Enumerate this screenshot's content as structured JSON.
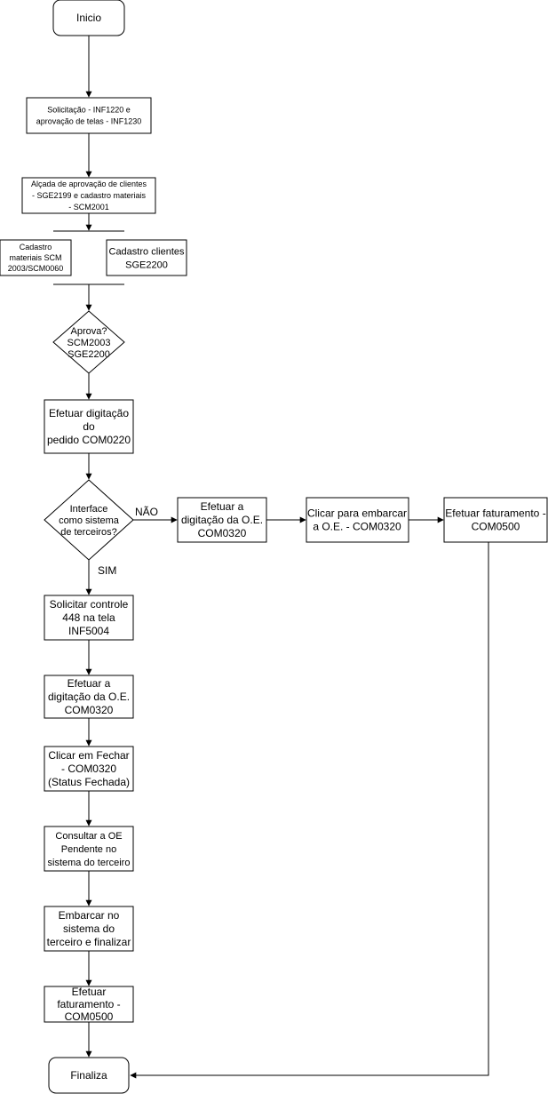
{
  "nodes": {
    "inicio": [
      "Inicio"
    ],
    "solicitacao": [
      "Solicitação - INF1220 e",
      "aprovação de telas -  INF1230"
    ],
    "alcada": [
      "Alçada de aprovação de clientes",
      "- SGE2199 e cadastro materiais",
      "-  SCM2001"
    ],
    "cadastro_materiais": [
      "Cadastro",
      "materiais SCM",
      "2003/SCM0060"
    ],
    "cadastro_clientes": [
      "Cadastro clientes",
      "SGE2200"
    ],
    "aprova": [
      "Aprova?",
      "SCM2003",
      "SGE2200"
    ],
    "efetuar_digitacao_pedido": [
      "Efetuar digitação",
      "do",
      "pedido COM0220"
    ],
    "interface": [
      "Interface",
      "como sistema",
      "de terceiros?"
    ],
    "oe_nao": [
      "Efetuar a",
      "digitação da O.E.",
      "COM0320"
    ],
    "embarcar_oe": [
      "Clicar para embarcar",
      "a O.E. - COM0320"
    ],
    "faturamento_nao": [
      "Efetuar faturamento -",
      "COM0500"
    ],
    "controle_448": [
      "Solicitar controle",
      "448 na tela",
      "INF5004"
    ],
    "oe_sim": [
      "Efetuar a",
      "digitação da O.E.",
      "COM0320"
    ],
    "fechar": [
      "Clicar em Fechar",
      "- COM0320",
      "(Status Fechada)"
    ],
    "consultar_oe": [
      "Consultar a OE",
      "Pendente no",
      "sistema do terceiro"
    ],
    "embarcar_terceiro": [
      "Embarcar no",
      "sistema do",
      "terceiro e finalizar"
    ],
    "faturamento_sim": [
      "Efetuar",
      "faturamento -",
      "COM0500"
    ],
    "finaliza": [
      "Finaliza"
    ]
  },
  "edges": {
    "nao": "NÃO",
    "sim": "SIM"
  }
}
